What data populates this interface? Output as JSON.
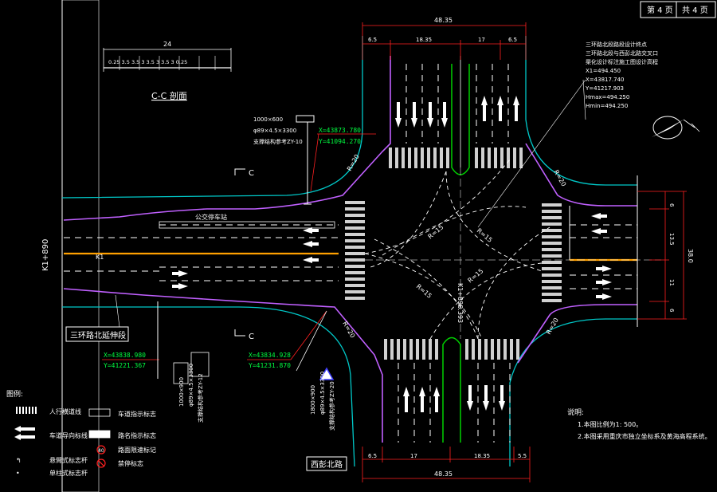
{
  "sheet": {
    "page_label": "第 4 页",
    "total_label": "共 4 页"
  },
  "dims_top": {
    "total": "48.35",
    "seg1": "6.5",
    "seg2": "18.35",
    "seg3": "17",
    "seg4": "6.5"
  },
  "dims_bottom": {
    "total": "48.35",
    "seg1": "6.5",
    "seg2": "17",
    "seg3": "18.35",
    "seg4": "5.5"
  },
  "dims_right": {
    "total": "38.0",
    "seg1": "6",
    "seg2": "13.5",
    "seg3": "11",
    "seg4": "6"
  },
  "section": {
    "title": "C-C 剖面",
    "width": "24",
    "segs": "0.25  3.5  3.5  3  3.5  3  3.5  3  0.25",
    "label_c_top": "C",
    "label_c_bottom": "C"
  },
  "design_note": {
    "line1": "三环路北段路段设计终点",
    "line2": "三环路北段与西彭北路交叉口",
    "line3": "渠化设计标注施工图设计高程",
    "line4": "X1=494.450",
    "line5": "X=43817.740",
    "line6": "Y=41217.903",
    "line7": "Hmax=494.250",
    "line8": "Hmin=494.250"
  },
  "sign_top": {
    "size": "1000×600",
    "post": "φ89×4.5×3300",
    "ref": "支撑结构参考ZY-10",
    "x": "X=43873.780",
    "y": "Y=41094.270"
  },
  "sign_bottom_left": {
    "x": "X=43838.980",
    "y": "Y=41221.367",
    "text1": "1000×900",
    "text2": "φ89×4.5×3300",
    "text3": "支撑结构参考ZY-12"
  },
  "sign_bottom_mid": {
    "x": "X=43834.928",
    "y": "Y=41231.870",
    "text1": "1800×900",
    "text2": "φ89×4.5×3300",
    "text3": "支撑结构参考ZY-20"
  },
  "road_labels": {
    "bus_stop": "公交停车站",
    "km_left": "K1+890",
    "west_road": "三环路北延伸段",
    "south_road": "西彭北路",
    "radius_nw": "R=20",
    "radius_ne": "R=20",
    "radius_sw": "R=20",
    "radius_se": "R=20",
    "center_note": "K1+898.393"
  },
  "legend": {
    "title": "图例:",
    "crosswalk": "人行横道线",
    "lane_arrow": "车道导向标线",
    "lane_sign": "车道指示标志",
    "road_name_sign": "路名指示标志",
    "speed_limit": "路面限速标记",
    "no_parking": "禁停标志",
    "cantilever": "悬臂式标志杆",
    "single_post": "单柱式标志杆",
    "speed_num": "40"
  },
  "notes": {
    "title": "说明:",
    "note1": "1.本图比例为1: 500。",
    "note2": "2.本图采用重庆市独立坐标系及黄海高程系统。"
  },
  "colors": {
    "background": "#000000",
    "line": "#ffffff",
    "curb": "#00c8c8",
    "edge": "#c060ff",
    "center": "#ffa000",
    "median": "#00d000",
    "leader": "#ff2020",
    "coord": "#00ff40",
    "dim": "#ff2020"
  }
}
